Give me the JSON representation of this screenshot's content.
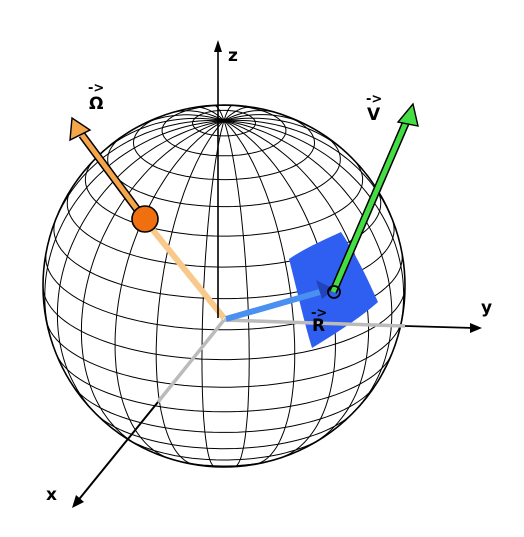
{
  "axes": {
    "x_label": "x",
    "y_label": "y",
    "z_label": "z"
  },
  "vectors": {
    "omega": {
      "label": "Ω",
      "arrow_mark": "->",
      "color": "#f5a54a"
    },
    "velocity": {
      "label": "V",
      "arrow_mark": "->",
      "color": "#44dd44"
    },
    "position": {
      "label": "R",
      "arrow_mark": "->",
      "color": "#3b82f6"
    }
  },
  "colors": {
    "sphere_grid": "#000000",
    "patch": "#2f5ff0",
    "omega_ball": "#f07010",
    "hidden_axis": "#bbbbbb"
  },
  "sphere": {
    "meridians": 24,
    "parallels": 17
  }
}
